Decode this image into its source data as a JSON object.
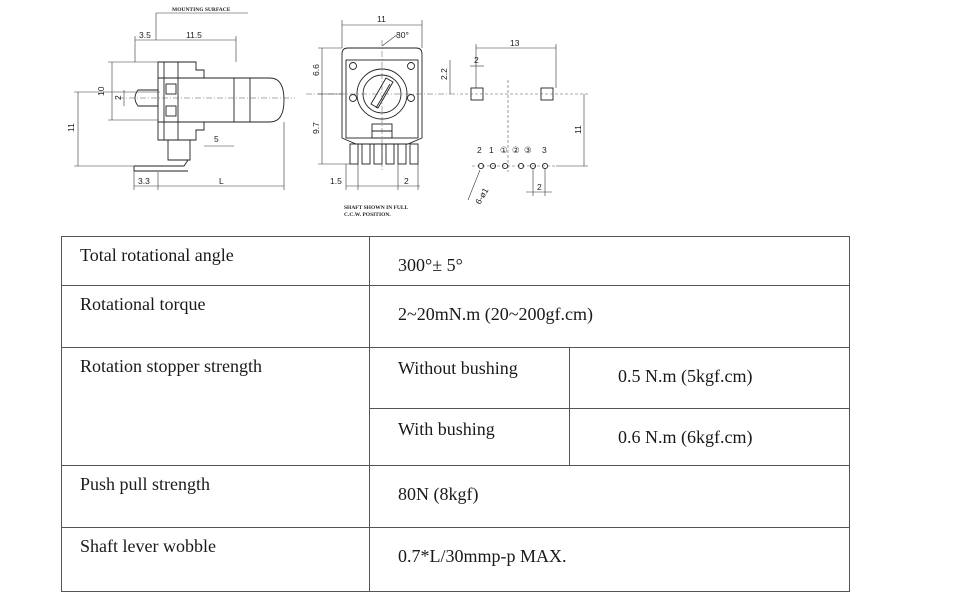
{
  "drawing": {
    "labels": {
      "mounting_surface": "MOUNTING SURFACE",
      "shaft_note_line1": "SHAFT SHOWN IN FULL",
      "shaft_note_line2": "C.C.W. POSITION."
    },
    "side_view": {
      "dim_top_left": "3.5",
      "dim_top_main": "11.5",
      "dim_height_10": "10",
      "dim_height_2": "2",
      "dim_height_11": "11",
      "dim_5": "5",
      "dim_bottom_left": "3.3",
      "dim_bottom_L": "L"
    },
    "front_view": {
      "dim_width_11": "11",
      "dim_angle": "30°",
      "dim_6_6": "6.6",
      "dim_9_7": "9.7",
      "dim_1_5": "1.5",
      "dim_2": "2"
    },
    "pcb_layout": {
      "dim_13": "13",
      "dim_2_top": "2",
      "dim_2_2": "2.2",
      "dim_11": "11",
      "dim_hole": "6-ø1",
      "dim_2_bottom": "2",
      "pin_labels": [
        "2",
        "1",
        "①",
        "②",
        "③",
        "3"
      ]
    }
  },
  "spec_table": {
    "rows": [
      {
        "label": "Total rotational angle",
        "value": "300°± 5°"
      },
      {
        "label": "Rotational torque",
        "value": "2~20mN.m (20~200gf.cm)"
      },
      {
        "label": "Rotation stopper strength",
        "sub": [
          {
            "name": "Without bushing",
            "value": "0.5 N.m (5kgf.cm)"
          },
          {
            "name": "With bushing",
            "value": "0.6 N.m (6kgf.cm)"
          }
        ]
      },
      {
        "label": "Push pull strength",
        "value": "80N (8kgf)"
      },
      {
        "label": "Shaft lever wobble",
        "value": "0.7*L/30mmp-p MAX."
      }
    ]
  }
}
